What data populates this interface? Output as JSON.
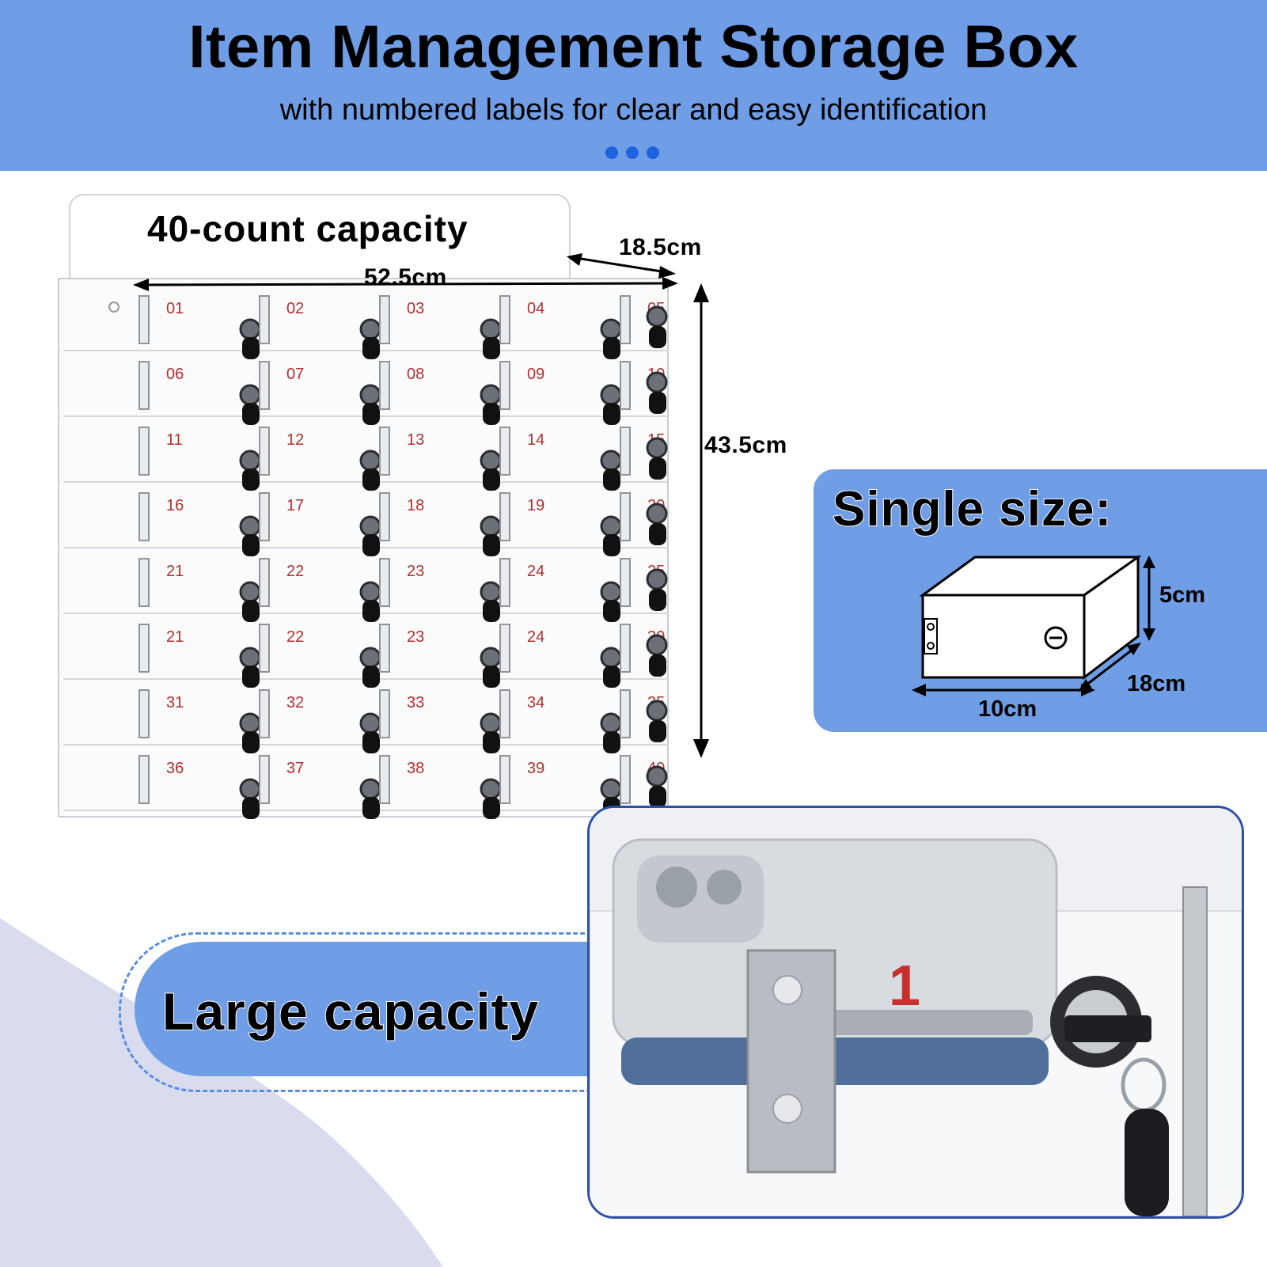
{
  "header": {
    "title": "Item Management Storage Box",
    "subtitle": "with numbered labels for clear and easy identification"
  },
  "locker": {
    "capacity_label": "40-count capacity",
    "width_label": "52.5cm",
    "depth_label": "18.5cm",
    "height_label": "43.5cm",
    "compartment_numbers": [
      "01",
      "02",
      "03",
      "04",
      "05",
      "06",
      "07",
      "08",
      "09",
      "10",
      "11",
      "12",
      "13",
      "14",
      "15",
      "16",
      "17",
      "18",
      "19",
      "20",
      "21",
      "22",
      "23",
      "24",
      "25",
      "21",
      "22",
      "23",
      "24",
      "30",
      "31",
      "32",
      "33",
      "34",
      "35",
      "36",
      "37",
      "38",
      "39",
      "40"
    ]
  },
  "single_size": {
    "title": "Single size:",
    "height_label": "5cm",
    "depth_label": "18cm",
    "width_label": "10cm"
  },
  "feature": {
    "label": "Large capacity"
  },
  "closeup": {
    "number_label": "1"
  },
  "colors": {
    "accent_blue": "#6f9de6",
    "dot_blue": "#1f62e0",
    "number_red": "#b0312f",
    "swoosh": "#d9dcef"
  }
}
